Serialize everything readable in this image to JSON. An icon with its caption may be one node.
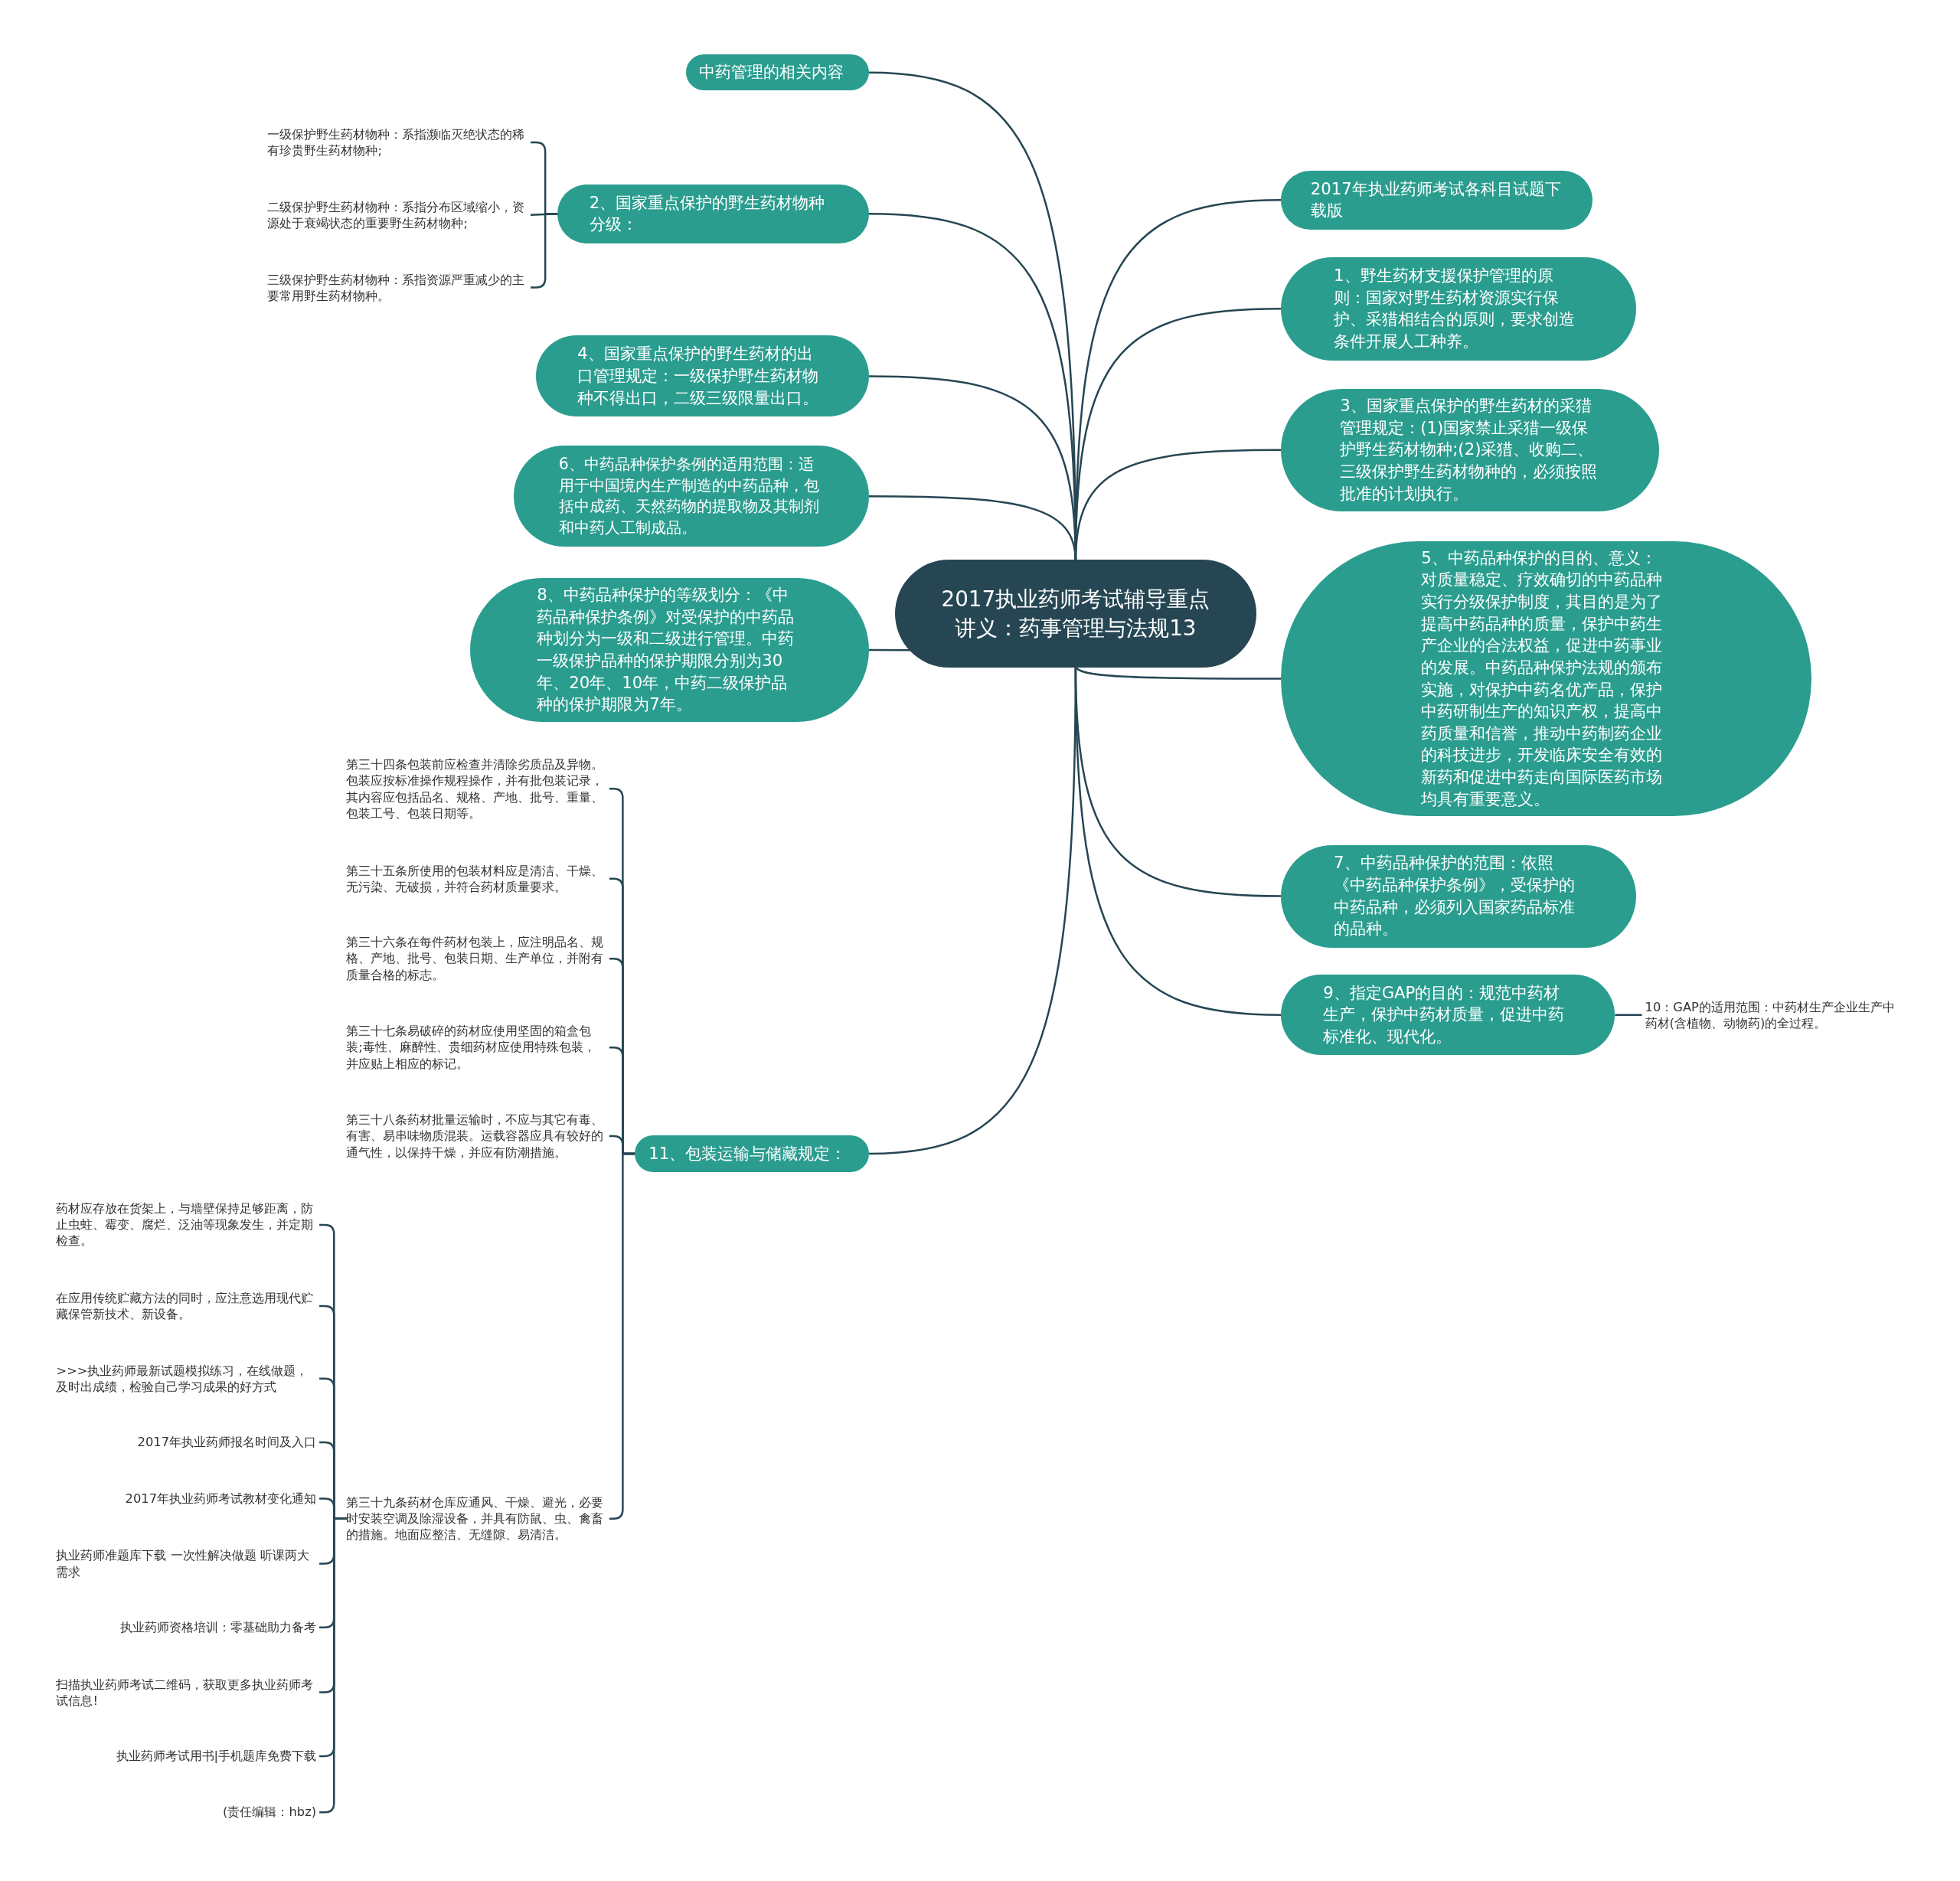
{
  "diagram": {
    "nodes": [
      {
        "text": [
          "2017执业药师考试辅导重点讲义：药事管理与法规13"
        ]
      },
      {
        "text": [
          "中药管理的相关内容"
        ]
      },
      {
        "text": [
          "2017年执业药师考试各科目试题下载版"
        ]
      },
      {
        "text": [
          "1、野生药材支援保护管理的原则：国家对野生药材资源实行保护、采猎相结合的原则，要求创造条件开展人工种养。"
        ]
      },
      {
        "text": [
          "2、国家重点保护的野生药材物种分级："
        ]
      },
      {
        "text": [
          "一级保护野生药材物种：系指濒临灭绝状态的稀有珍贵野生药材物种;"
        ]
      },
      {
        "text": [
          "二级保护野生药材物种：系指分布区域缩小，资源处于衰竭状态的重要野生药材物种;"
        ]
      },
      {
        "text": [
          "三级保护野生药材物种：系指资源严重减少的主要常用野生药材物种。"
        ]
      },
      {
        "text": [
          "3、国家重点保护的野生药材的采猎管理规定：(1)国家禁止采猎一级保护野生药材物种;(2)采猎、收购二、三级保护野生药材物种的，必须按照批准的计划执行。"
        ]
      },
      {
        "text": [
          "4、国家重点保护的野生药材的出口管理规定：一级保护野生药材物种不得出口，二级三级限量出口。"
        ]
      },
      {
        "text": [
          "5、中药品种保护的目的、意义：对质量稳定、疗效确切的中药品种实行分级保护制度，其目的是为了提高中药品种的质量，保护中药生产企业的合法权益，促进中药事业的发展。中药品种保护法规的颁布实施，对保护中药名优产品，保护中药研制生产的知识产权，提高中药质量和信誉，推动中药制药企业的科技进步，开发临床安全有效的新药和促进中药走向国际医药市场均具有重要意义。"
        ]
      },
      {
        "text": [
          "6、中药品种保护条例的适用范围：适用于中国境内生产制造的中药品种，包括中成药、天然药物的提取物及其制剂和中药人工制成品。"
        ]
      },
      {
        "text": [
          "7、中药品种保护的范围：依照《中药品种保护条例》，受保护的中药品种，必须列入国家药品标准的品种。"
        ]
      },
      {
        "text": [
          "8、中药品种保护的等级划分：《中药品种保护条例》对受保护的中药品种划分为一级和二级进行管理。中药一级保护品种的保护期限分别为30年、20年、10年，中药二级保护品种的保护期限为7年。"
        ]
      },
      {
        "text": [
          "9、指定GAP的目的：规范中药材生产，保护中药材质量，促进中药标准化、现代化。"
        ]
      },
      {
        "text": [
          "10：GAP的适用范围：中药材生产企业生产中药材(含植物、动物药)的全过程。"
        ]
      },
      {
        "text": [
          "11、包装运输与储藏规定："
        ]
      },
      {
        "text": [
          "第三十四条包装前应检查并清除劣质品及异物。包装应按标准操作规程操作，并有批包装记录，其内容应包括品名、规格、产地、批号、重量、包装工号、包装日期等。"
        ]
      },
      {
        "text": [
          "第三十五条所使用的包装材料应是清洁、干燥、无污染、无破损，并符合药材质量要求。"
        ]
      },
      {
        "text": [
          "第三十六条在每件药材包装上，应注明品名、规格、产地、批号、包装日期、生产单位，并附有质量合格的标志。"
        ]
      },
      {
        "text": [
          "第三十七条易破碎的药材应使用坚固的箱盒包装;毒性、麻醉性、贵细药材应使用特殊包装，并应贴上相应的标记。"
        ]
      },
      {
        "text": [
          "第三十八条药材批量运输时，不应与其它有毒、有害、易串味物质混装。运载容器应具有较好的通气性，以保持干燥，并应有防潮措施。"
        ]
      },
      {
        "text": [
          "第三十九条药材仓库应通风、干燥、避光，必要时安装空调及除湿设备，并具有防鼠、虫、禽畜的措施。地面应整洁、无缝隙、易清洁。"
        ]
      },
      {
        "text": [
          "药材应存放在货架上，与墙壁保持足够距离，防止虫蛀、霉变、腐烂、泛油等现象发生，并定期检查。"
        ]
      },
      {
        "text": [
          "在应用传统贮藏方法的同时，应注意选用现代贮藏保管新技术、新设备。"
        ]
      },
      {
        "text": [
          ">>>执业药师最新试题模拟练习，在线做题，及时出成绩，检验自己学习成果的好方式"
        ]
      },
      {
        "text": [
          "2017年执业药师报名时间及入口"
        ]
      },
      {
        "text": [
          "2017年执业药师考试教材变化通知"
        ]
      },
      {
        "text": [
          "执业药师准题库下载 一次性解决做题 听课两大需求"
        ]
      },
      {
        "text": [
          "执业药师资格培训：零基础助力备考"
        ]
      },
      {
        "text": [
          "扫描执业药师考试二维码，获取更多执业药师考试信息!"
        ]
      },
      {
        "text": [
          "执业药师考试用书|手机题库免费下载"
        ]
      },
      {
        "text": [
          "(责任编辑：hbz)"
        ]
      }
    ],
    "edges": [
      {
        "from": 0,
        "to": 1,
        "arrow": "none"
      },
      {
        "from": 0,
        "to": 2,
        "arrow": "none"
      },
      {
        "from": 0,
        "to": 3,
        "arrow": "none"
      },
      {
        "from": 0,
        "to": 4,
        "arrow": "none"
      },
      {
        "from": 0,
        "to": 8,
        "arrow": "none"
      },
      {
        "from": 0,
        "to": 9,
        "arrow": "none"
      },
      {
        "from": 0,
        "to": 10,
        "arrow": "none"
      },
      {
        "from": 0,
        "to": 11,
        "arrow": "none"
      },
      {
        "from": 0,
        "to": 12,
        "arrow": "none"
      },
      {
        "from": 0,
        "to": 13,
        "arrow": "none"
      },
      {
        "from": 0,
        "to": 14,
        "arrow": "none"
      },
      {
        "from": 0,
        "to": 16,
        "arrow": "none"
      },
      {
        "from": 4,
        "to": 5,
        "arrow": "none"
      },
      {
        "from": 4,
        "to": 6,
        "arrow": "none"
      },
      {
        "from": 4,
        "to": 7,
        "arrow": "none"
      },
      {
        "from": 14,
        "to": 15,
        "arrow": "none"
      },
      {
        "from": 16,
        "to": 17,
        "arrow": "none"
      },
      {
        "from": 16,
        "to": 18,
        "arrow": "none"
      },
      {
        "from": 16,
        "to": 19,
        "arrow": "none"
      },
      {
        "from": 16,
        "to": 20,
        "arrow": "none"
      },
      {
        "from": 16,
        "to": 21,
        "arrow": "none"
      },
      {
        "from": 16,
        "to": 22,
        "arrow": "none"
      },
      {
        "from": 22,
        "to": 23,
        "arrow": "none"
      },
      {
        "from": 22,
        "to": 24,
        "arrow": "none"
      },
      {
        "from": 22,
        "to": 25,
        "arrow": "none"
      },
      {
        "from": 22,
        "to": 26,
        "arrow": "none"
      },
      {
        "from": 22,
        "to": 27,
        "arrow": "none"
      },
      {
        "from": 22,
        "to": 28,
        "arrow": "none"
      },
      {
        "from": 22,
        "to": 29,
        "arrow": "none"
      },
      {
        "from": 22,
        "to": 30,
        "arrow": "none"
      },
      {
        "from": 22,
        "to": 31,
        "arrow": "none"
      },
      {
        "from": 22,
        "to": 32,
        "arrow": "none"
      }
    ]
  }
}
